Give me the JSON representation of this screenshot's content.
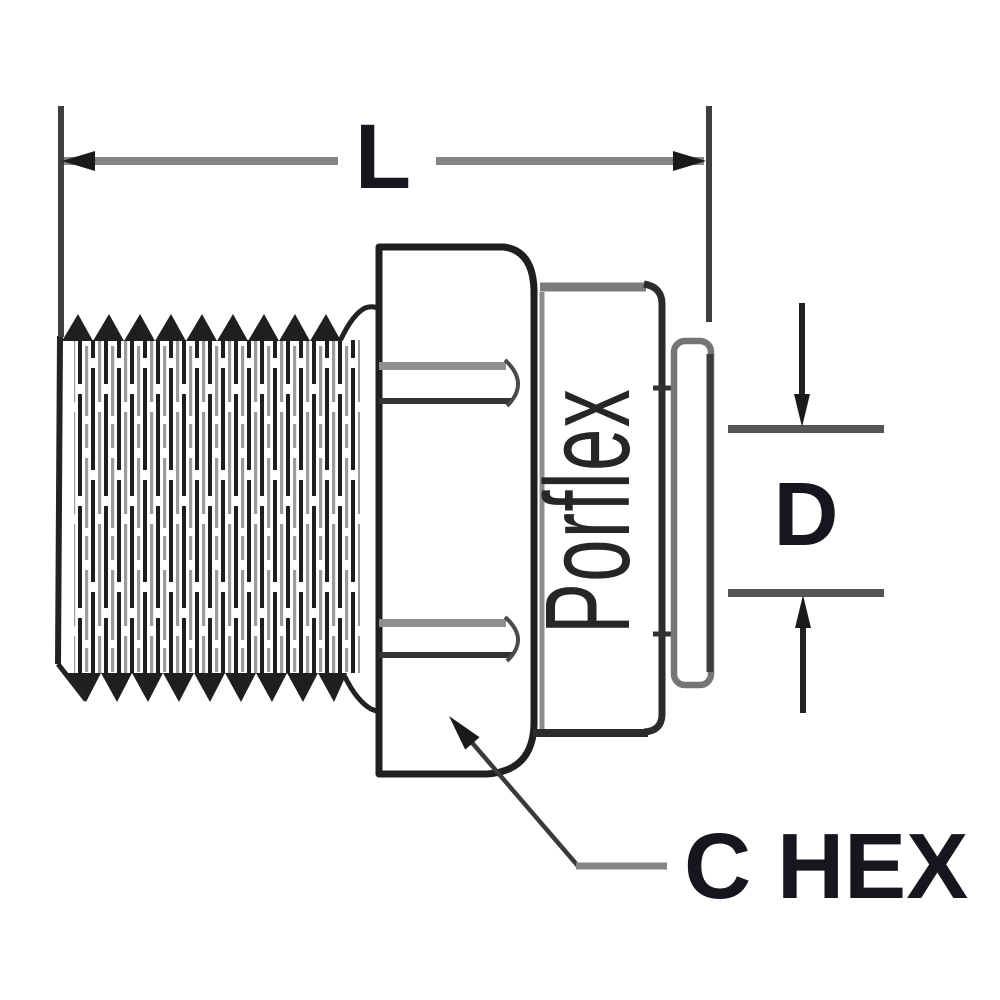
{
  "diagram": {
    "labels": {
      "length": "L",
      "diameter": "D",
      "hex": "C HEX",
      "brand": "Porflex"
    },
    "colors": {
      "background": "#ffffff",
      "line_dark": "#1f1f1f",
      "line_gray": "#858585",
      "label_text": "#16161e",
      "brand_text": "#262626"
    }
  }
}
